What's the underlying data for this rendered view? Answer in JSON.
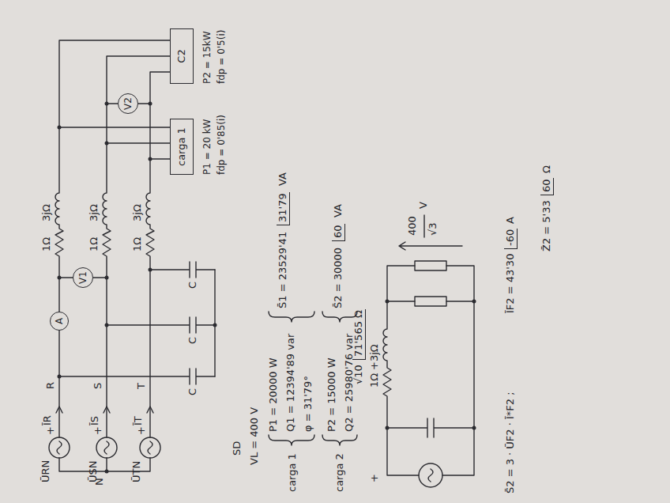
{
  "diagram": {
    "nodes": [
      {
        "text": [
          "A"
        ]
      },
      {
        "text": [
          "V1"
        ]
      },
      {
        "text": [
          "carga 1",
          "P1 = 20 kW",
          "fdp = 0'85(i)"
        ]
      },
      {
        "text": [
          "V2"
        ]
      },
      {
        "text": [
          "C2",
          "P2 = 15kW",
          "fdp = 0'5(i)"
        ]
      }
    ],
    "labels": [
      "ŪRN",
      "+",
      "ĪR",
      "ŪSN",
      "+",
      "ĪS",
      "ŪTN",
      "+",
      "ĪT",
      "N",
      "R",
      "S",
      "T",
      "C",
      "C",
      "C",
      "1Ω",
      "3jΩ",
      "1Ω",
      "3jΩ",
      "1Ω",
      "3jΩ",
      "SD",
      "VL = 400 V",
      "carga 1",
      "P1 = 20000 W",
      "Q1 = 12394'89 var",
      "φ = 31'79°",
      "S̄1 = 23529'41",
      "31'79",
      "VA",
      "carga 2",
      "P2 = 15000 W",
      "Q2 = 25980'76 var",
      "S̄2 = 30000",
      "60",
      "VA",
      "√10",
      "71'565 Ω",
      "1Ω",
      "+3jΩ",
      "+",
      "400",
      "√3",
      "V",
      "S̄2 = 3 · ŪF2 · Ī*F2 ;",
      "ĪF2 = 43'30",
      "-60",
      "A",
      "Z̄2 = 5'33",
      "60",
      "Ω"
    ]
  }
}
